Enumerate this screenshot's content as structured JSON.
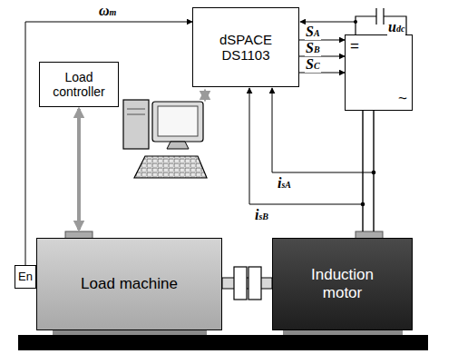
{
  "diagram": {
    "nodes": [
      {
        "text": [
          "dSPACE DS1103"
        ]
      },
      {
        "text": [
          "Load controller"
        ]
      },
      {
        "text": [
          "=",
          "~"
        ]
      },
      {
        "text": [
          "En"
        ]
      },
      {
        "text": [
          "Load machine"
        ]
      },
      {
        "text": [
          "Induction motor"
        ]
      }
    ],
    "edges": [
      {
        "from": 3,
        "to": 0,
        "arrow": "to",
        "label": "ωm"
      },
      {
        "from": 0,
        "to": 2,
        "arrow": "to",
        "label": "SA"
      },
      {
        "from": 0,
        "to": 2,
        "arrow": "to",
        "label": "SB"
      },
      {
        "from": 0,
        "to": 2,
        "arrow": "to",
        "label": "SC"
      },
      {
        "from": 1,
        "to": 4,
        "arrow": "both"
      },
      {
        "from": 2,
        "to": 5,
        "arrow": "none"
      },
      {
        "from": 2,
        "to": 5,
        "arrow": "none"
      }
    ],
    "labels": [
      "isA",
      "isB",
      "udc"
    ]
  }
}
